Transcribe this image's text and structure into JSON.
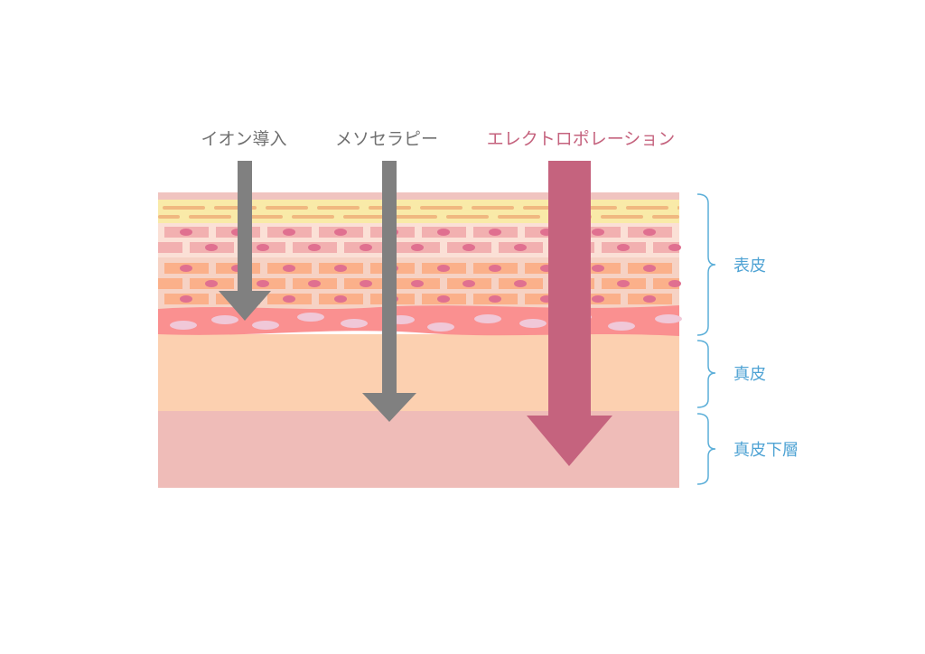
{
  "methods": [
    {
      "label": "イオン導入",
      "color": "#808080",
      "reaches": "epidermis"
    },
    {
      "label": "メソセラピー",
      "color": "#808080",
      "reaches": "dermis"
    },
    {
      "label": "エレクトロポレーション",
      "color": "#c5637e",
      "reaches": "subcutaneous"
    }
  ],
  "layers": [
    {
      "label": "表皮"
    },
    {
      "label": "真皮"
    },
    {
      "label": "真皮下層"
    }
  ],
  "colors": {
    "brace": "#5aaed8",
    "dermis": "#fcd0b0",
    "subcutaneous": "#efbcb8"
  }
}
